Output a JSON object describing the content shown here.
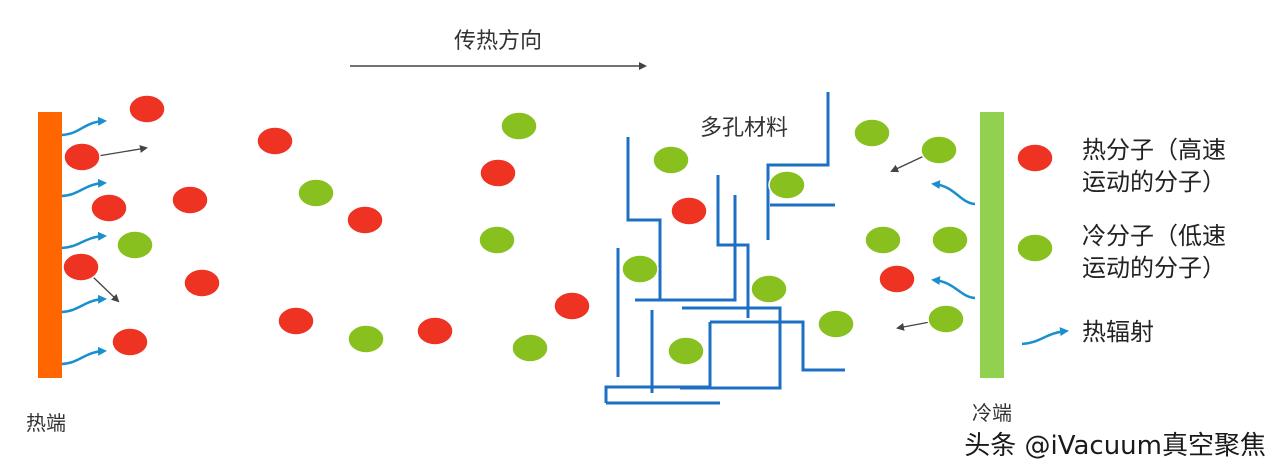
{
  "labels": {
    "direction": "传热方向",
    "porous": "多孔材料",
    "hot_end": "热端",
    "cold_end": "冷端"
  },
  "legend": {
    "hot_line1": "热分子（高速",
    "hot_line2": "运动的分子）",
    "cold_line1": "冷分子（低速",
    "cold_line2": "运动的分子）",
    "radiation": "热辐射"
  },
  "watermark": "头条 @iVacuum真空聚焦",
  "colors": {
    "hot_molecule": "#ee3322",
    "cold_molecule": "#88c020",
    "hot_wall": "#ff6600",
    "cold_wall": "#92d050",
    "pore_lines": "#1d6fc4",
    "radiation": "#1a8fd0",
    "arrow": "#444444"
  }
}
